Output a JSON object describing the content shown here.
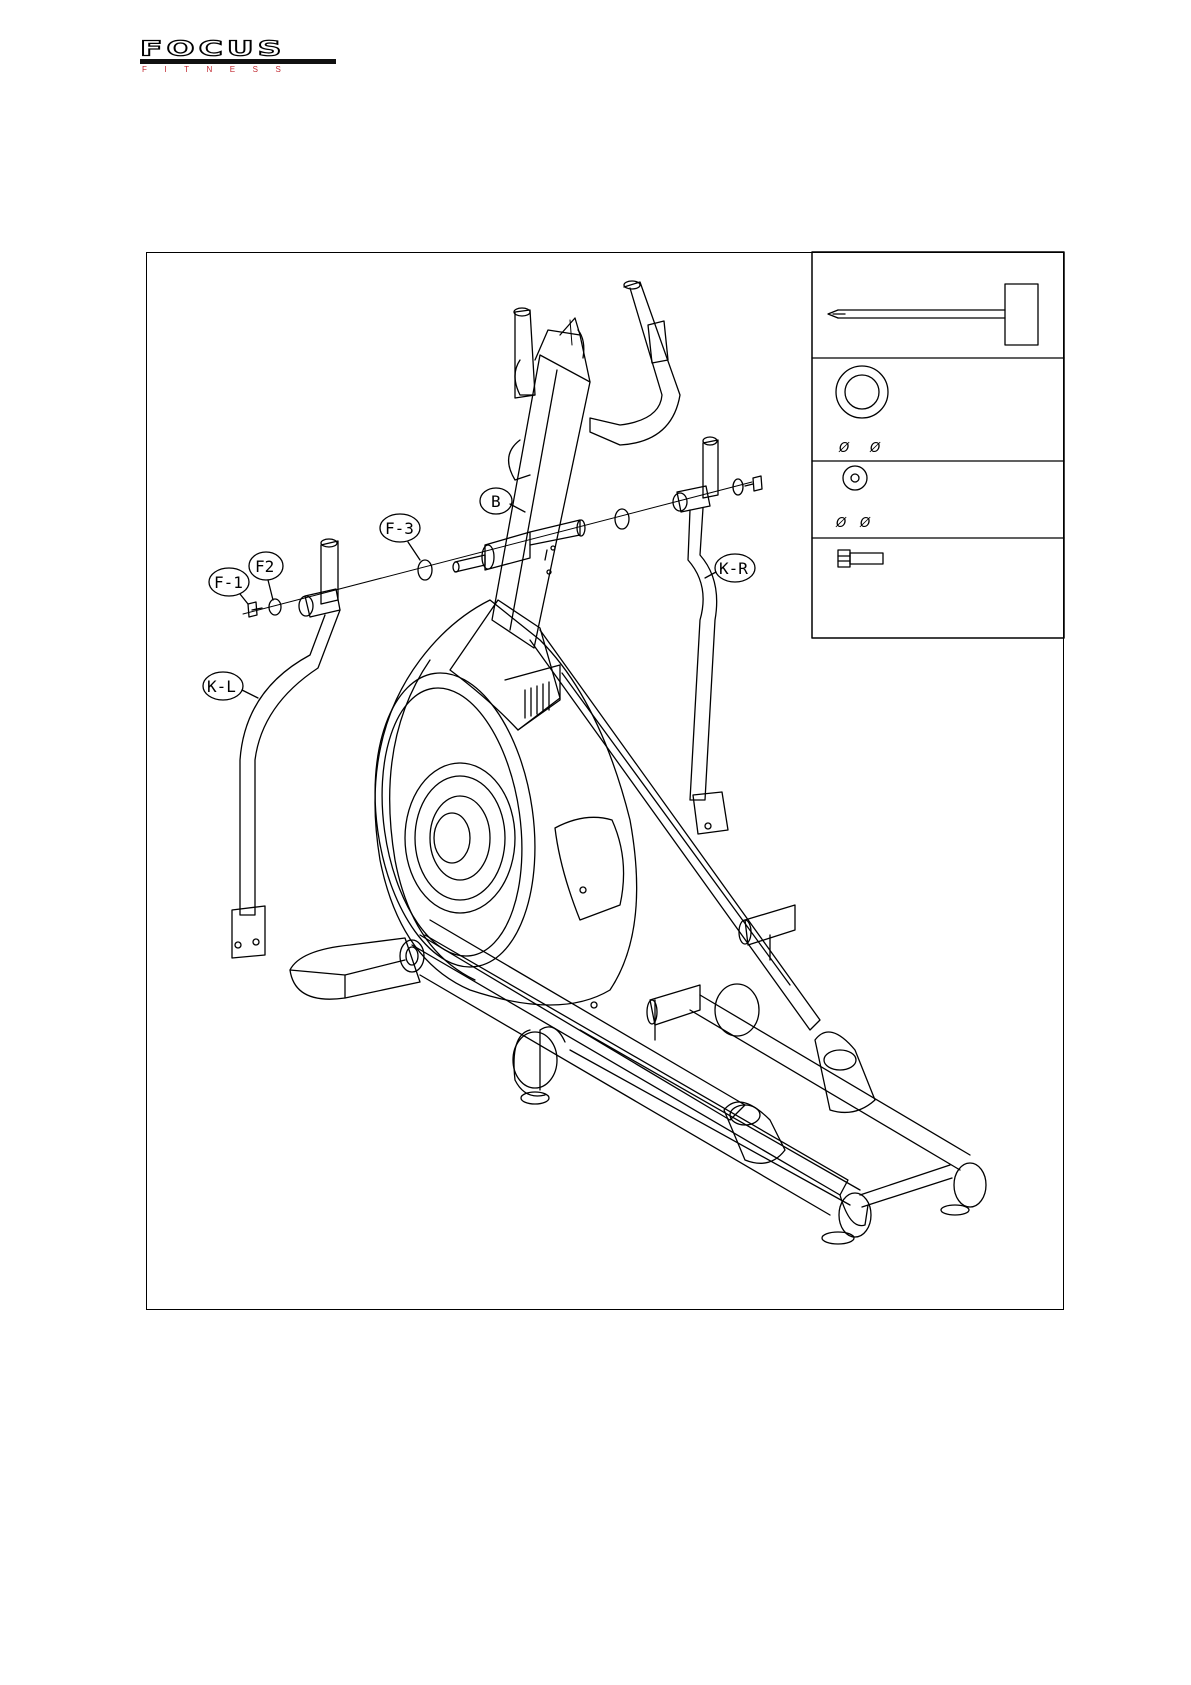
{
  "brand": {
    "name": "FOCUS",
    "tagline": "FITNESS"
  },
  "callouts": {
    "b": "B",
    "f1": "F-1",
    "f2": "F2",
    "f3": "F-3",
    "kl": "K-L",
    "kr": "K-R"
  },
  "parts_panel": {
    "washer_large_dia_symbols": [
      "Ø",
      "Ø"
    ],
    "washer_small_dia_symbols": [
      "Ø",
      "Ø"
    ]
  },
  "colors": {
    "line": "#000000",
    "logo_accent": "#c0262e"
  }
}
